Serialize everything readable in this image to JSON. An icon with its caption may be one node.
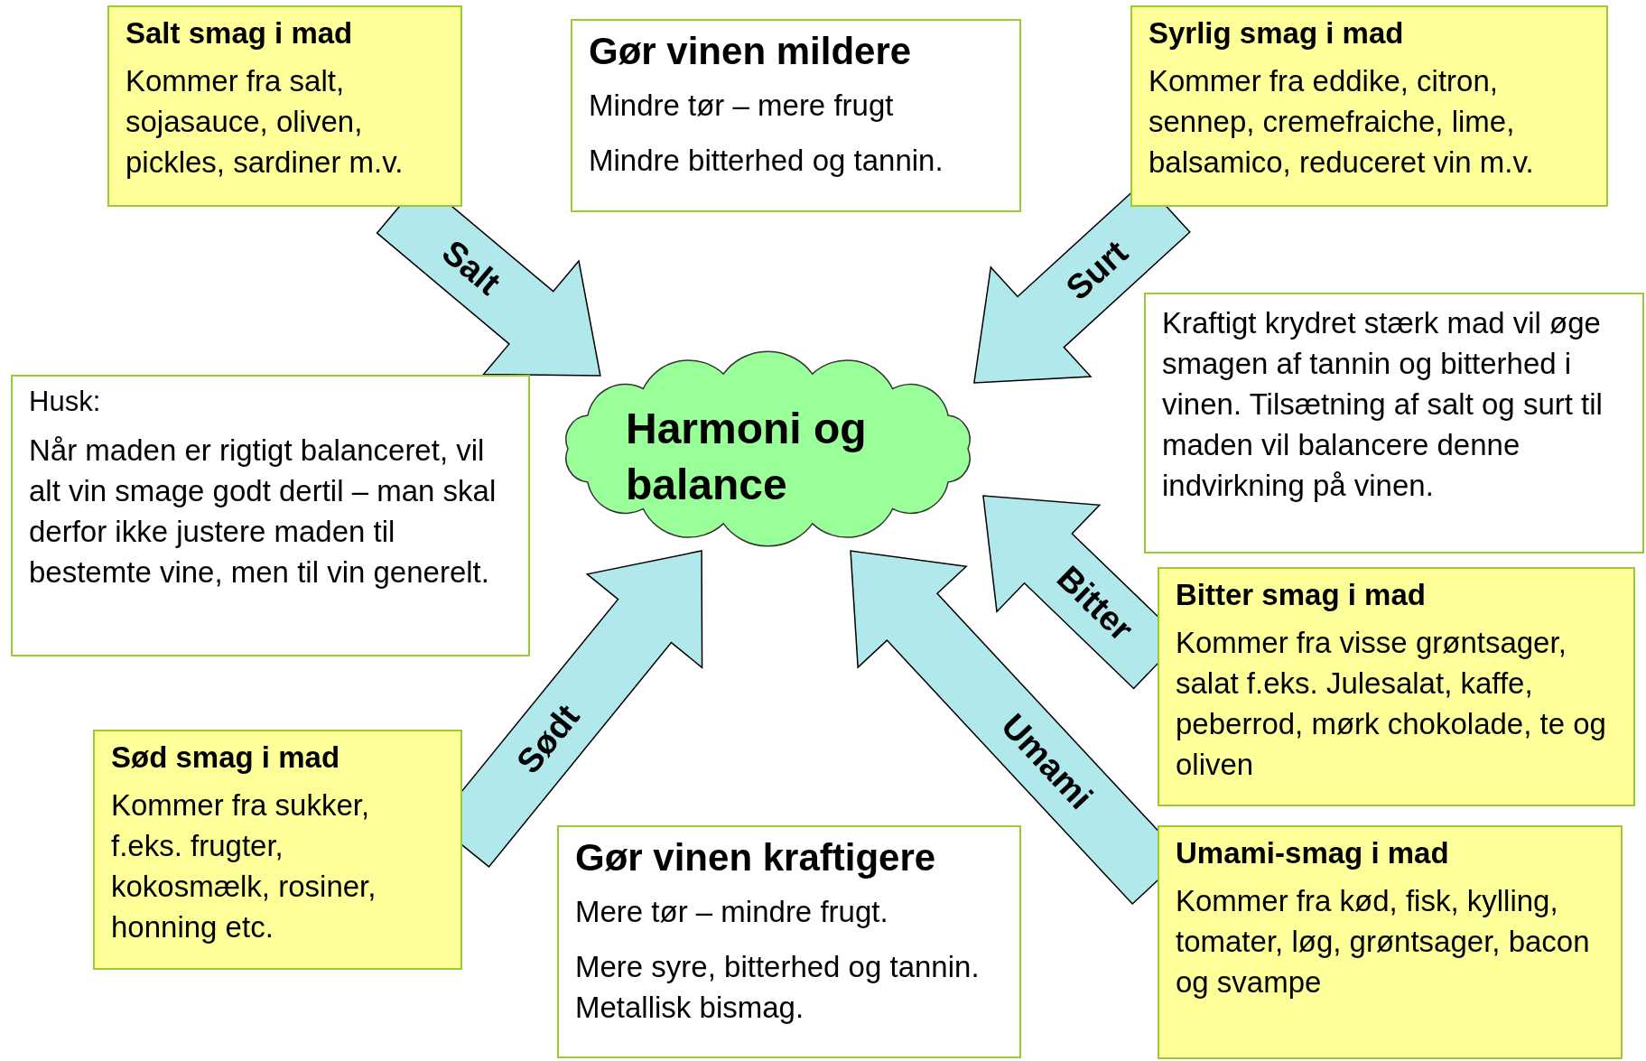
{
  "diagram": {
    "nodes": [
      {
        "text": [
          "Salt smag i mad",
          "Kommer fra salt, sojasauce, oliven, pickles, sardiner m.v."
        ]
      },
      {
        "text": [
          "Gør vinen mildere",
          "Mindre tør – mere frugt",
          "Mindre bitterhed og tannin."
        ]
      },
      {
        "text": [
          "Syrlig smag i mad",
          "Kommer fra eddike, citron, sennep, cremefraiche, lime, balsamico, reduceret vin m.v."
        ]
      },
      {
        "text": [
          "Husk:",
          "Når maden er rigtigt balanceret, vil alt vin smage godt dertil – man skal derfor ikke justere maden til bestemte vine, men til vin generelt."
        ]
      },
      {
        "text": [
          "Harmoni og balance"
        ]
      },
      {
        "text": [
          "Kraftigt krydret stærk mad vil øge smagen af tannin og bitterhed i vinen. Tilsætning af salt og surt til maden vil balancere denne indvirkning på vinen."
        ]
      },
      {
        "text": [
          "Bitter smag i mad",
          "Kommer fra visse grøntsager, salat f.eks. Julesalat, kaffe, peberrod, mørk chokolade, te og oliven"
        ]
      },
      {
        "text": [
          "Sød smag i mad",
          "Kommer fra sukker, f.eks. frugter, kokosmælk, rosiner, honning etc."
        ]
      },
      {
        "text": [
          "Gør vinen kraftigere",
          "Mere tør – mindre frugt.",
          "Mere syre, bitterhed og tannin. Metallisk bismag."
        ]
      },
      {
        "text": [
          "Umami-smag i mad",
          "Kommer fra kød, fisk, kylling, tomater, løg, grøntsager, bacon og svampe"
        ]
      }
    ],
    "edges": [
      {
        "from": 0,
        "to": 4,
        "arrow": "to",
        "label": "Salt"
      },
      {
        "from": 2,
        "to": 4,
        "arrow": "to",
        "label": "Surt"
      },
      {
        "from": 6,
        "to": 4,
        "arrow": "to",
        "label": "Bitter"
      },
      {
        "from": 9,
        "to": 4,
        "arrow": "to",
        "label": "Umami"
      },
      {
        "from": 7,
        "to": 4,
        "arrow": "to",
        "label": "Sødt"
      }
    ]
  }
}
